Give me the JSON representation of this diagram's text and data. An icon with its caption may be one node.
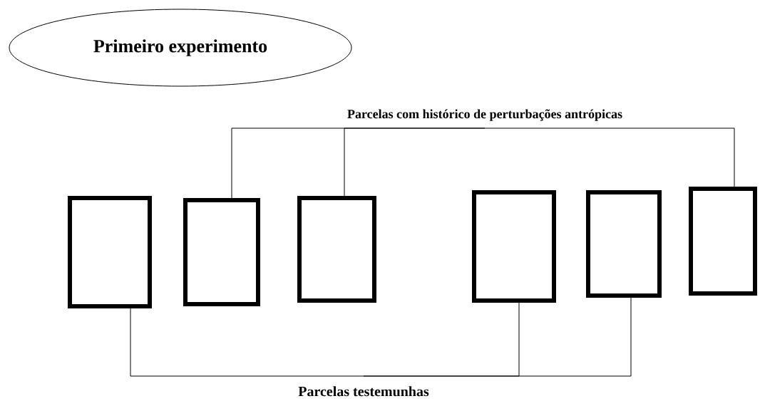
{
  "diagram": {
    "nodes": [
      {
        "text": [
          "Primeiro experimento"
        ]
      },
      {
        "text": [
          "Parcelas com histórico de perturbações antrópicas"
        ]
      },
      {
        "text": [],
        "shape": "box"
      },
      {
        "text": [],
        "shape": "box"
      },
      {
        "text": [],
        "shape": "box"
      },
      {
        "text": [],
        "shape": "box"
      },
      {
        "text": [],
        "shape": "box"
      },
      {
        "text": [],
        "shape": "box"
      },
      {
        "text": [
          "Parcelas testemunhas"
        ]
      }
    ],
    "edges": [
      {
        "from": 1,
        "to": 3,
        "arrow": "none"
      },
      {
        "from": 1,
        "to": 4,
        "arrow": "none"
      },
      {
        "from": 1,
        "to": 7,
        "arrow": "none"
      },
      {
        "from": 8,
        "to": 2,
        "arrow": "none"
      },
      {
        "from": 8,
        "to": 5,
        "arrow": "none"
      },
      {
        "from": 8,
        "to": 6,
        "arrow": "none"
      }
    ]
  }
}
